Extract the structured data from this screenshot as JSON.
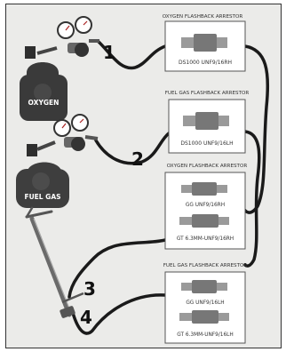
{
  "cylinders": {
    "oxygen": {
      "label": "OXYGEN",
      "color": "#3a3a3a"
    },
    "fuel_gas": {
      "label": "FUEL GAS",
      "color": "#3e3e3e"
    }
  },
  "arrestors": {
    "oxygen_top": {
      "title": "OXYGEN FLASHBACK ARRESTOR",
      "model": "DS1000 UNF9/16RH"
    },
    "fuel_top": {
      "title": "FUEL GAS FLASHBACK ARRESTOR",
      "model": "DS1000 UNF9/16LH"
    },
    "oxygen_bottom": {
      "title": "OXYGEN FLASHBACK ARRESTOR",
      "model_a": "GG UNF9/16RH",
      "model_b": "GT 6.3MM-UNF9/16RH"
    },
    "fuel_bottom": {
      "title": "FUEL GAS FLASHBACK ARRESTOR",
      "model_a": "GG UNF9/16LH",
      "model_b": "GT 6.3MM-UNF9/16LH"
    }
  },
  "numbers": {
    "n1": "1",
    "n2": "2",
    "n3": "3",
    "n4": "4"
  },
  "colors": {
    "hose": "#1a1a1a",
    "background": "#ebebe9",
    "box": "#ffffff"
  }
}
